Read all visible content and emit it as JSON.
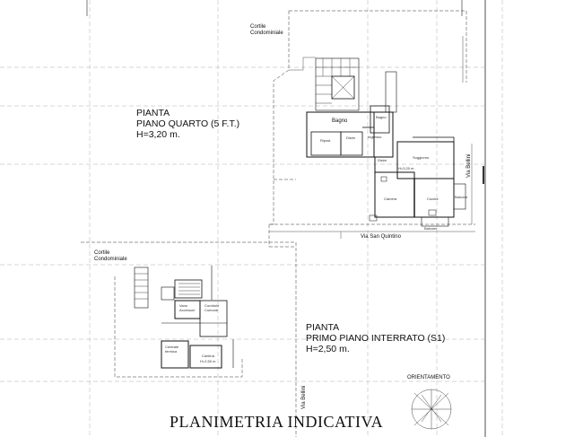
{
  "upper_plan": {
    "title_lines": [
      "PIANTA",
      "PIANO QUARTO  (5 F.T.)",
      "H=3,20  m."
    ],
    "courtyard": [
      "Cortile",
      "Condominiale"
    ],
    "rooms": {
      "bagno_large": "Bagno",
      "bagno_small": "Bagno",
      "ripost": "Ripost",
      "disimp": "Disim",
      "ingresso": "Ingresso",
      "disim2": "Disim",
      "soggiorno": "Soggiorno",
      "camera": "Camera",
      "cucina": "Cucina",
      "balcone_bottom": "Balcone",
      "balcone_right": "Balcone"
    },
    "height_note": "H=3,20 m",
    "street_bottom": "Via San Quintino",
    "street_right": "Via Bellini"
  },
  "lower_plan": {
    "title_lines": [
      "PIANTA",
      "PRIMO PIANO INTERRATO (S1)",
      "H=2,50  m."
    ],
    "courtyard": [
      "Cortile",
      "Condominiale"
    ],
    "rooms": {
      "vano": "Vano Accessori",
      "corridoio": "Corridoio Comune",
      "centrale": "Centrale termica",
      "cantina": "Cantina",
      "cantina_h": "H=2,50 m"
    },
    "street": "Via Bellini"
  },
  "orientation_label": "ORIENTAMENTO",
  "main_title": "PLANIMETRIA INDICATIVA"
}
